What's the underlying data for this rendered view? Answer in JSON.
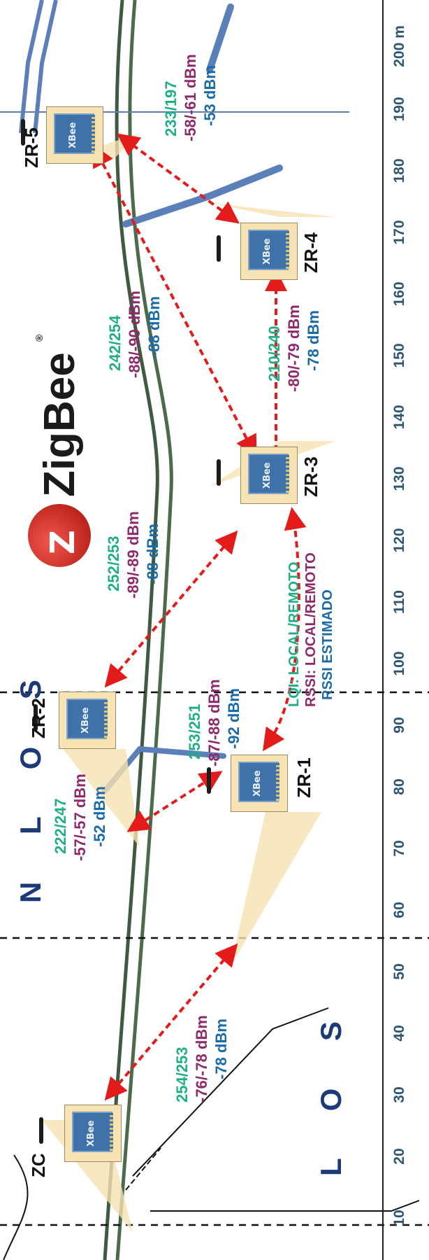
{
  "logo": {
    "text": "ZigBee",
    "mark": "®"
  },
  "zones": {
    "los": "L O S",
    "nlos": "N L O S"
  },
  "axis": {
    "ticks": [
      "10",
      "20",
      "30",
      "40",
      "50",
      "60",
      "70",
      "80",
      "90",
      "100",
      "110",
      "120",
      "130",
      "140",
      "150",
      "160",
      "170",
      "180",
      "190",
      "200 m"
    ]
  },
  "nodes": {
    "zc": "ZC",
    "zr1": "ZR-1",
    "zr2": "ZR-2",
    "zr3": "ZR-3",
    "zr4": "ZR-4",
    "zr5": "ZR-5"
  },
  "module_label": "XBee",
  "links": [
    {
      "lqi": "254/253",
      "rssi": "-76/-78 dBm",
      "est": "-78 dBm"
    },
    {
      "lqi": "222/247",
      "rssi": "-57/-57 dBm",
      "est": "-52 dBm"
    },
    {
      "lqi": "253/251",
      "rssi": "-87/-88 dBm",
      "est": "-92 dBm"
    },
    {
      "lqi": "252/253",
      "rssi": "-89/-89 dBm",
      "est": "-88 dBm"
    },
    {
      "lqi": "242/254",
      "rssi": "-88/-90 dBm",
      "est": "-88 dBm"
    },
    {
      "lqi": "210/240",
      "rssi": "-80/-79 dBm",
      "est": "-78 dBm"
    },
    {
      "lqi": "233/197",
      "rssi": "-58/-61 dBm",
      "est": "-53 dBm"
    }
  ],
  "legend": {
    "lqi": "LQI: LOCAL/REMOTO",
    "rssi": "RSSI: LOCAL/REMOTO",
    "est": "RSSI ESTIMADO"
  },
  "colors": {
    "lqi": "#1fae86",
    "rssi": "#8e2a6a",
    "est": "#1a6aa8",
    "link": "#e31b1b",
    "zone": "#1d3a78"
  }
}
